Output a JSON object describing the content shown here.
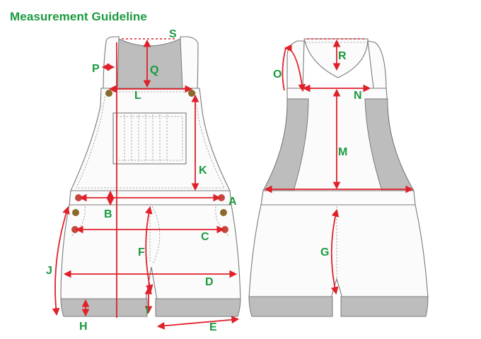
{
  "title": "Measurement Guideline",
  "colors": {
    "label": "#1a9a3f",
    "measure": "#e0202a",
    "panel": "#bdbdbd",
    "button": "#8a6a2a"
  },
  "labels": {
    "S": "S",
    "P": "P",
    "Q": "Q",
    "L": "L",
    "K": "K",
    "A": "A",
    "B": "B",
    "C": "C",
    "J": "J",
    "F": "F",
    "D": "D",
    "H": "H",
    "I": "I",
    "E": "E",
    "R": "R",
    "O": "O",
    "N": "N",
    "M": "M",
    "G": "G"
  }
}
